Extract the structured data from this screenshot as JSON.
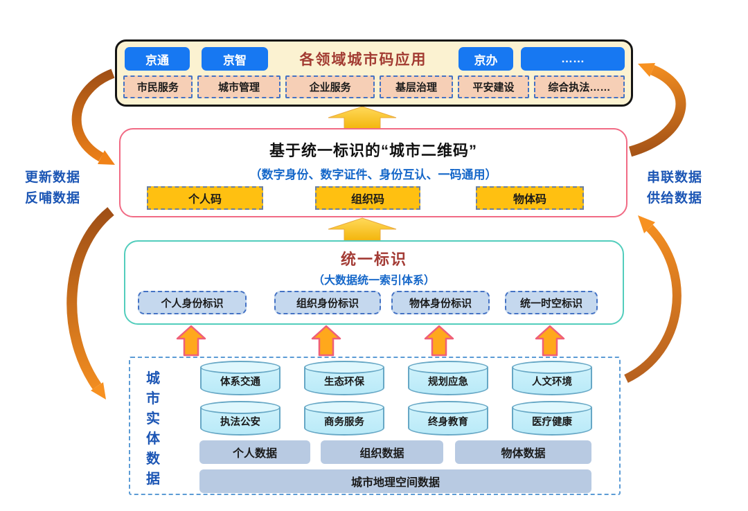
{
  "diagram": {
    "side_left": {
      "line1": "更新数据",
      "line2": "反哺数据"
    },
    "side_right": {
      "line1": "串联数据",
      "line2": "供给数据"
    },
    "app_layer": {
      "title": "各领域城市码应用",
      "app1": "京通",
      "app2": "京智",
      "app3": "京办",
      "app4": "……",
      "services": [
        "市民服务",
        "城市管理",
        "企业服务",
        "基层治理",
        "平安建设",
        "综合执法……"
      ]
    },
    "qr_layer": {
      "title": "基于统一标识的“城市二维码”",
      "subtitle": "（数字身份、数字证件、身份互认、一码通用）",
      "codes": [
        "个人码",
        "组织码",
        "物体码"
      ]
    },
    "id_layer": {
      "title": "统一标识",
      "subtitle": "（大数据统一索引体系）",
      "ids": [
        "个人身份标识",
        "组织身份标识",
        "物体身份标识",
        "统一时空标识"
      ]
    },
    "entity_layer": {
      "label": "城市实体数据",
      "label_chars": [
        "城",
        "市",
        "实",
        "体",
        "数",
        "据"
      ],
      "cylinders_row1": [
        "体系交通",
        "生态环保",
        "规划应急",
        "人文环境"
      ],
      "cylinders_row2": [
        "执法公安",
        "商务服务",
        "终身教育",
        "医疗健康"
      ],
      "bars": [
        "个人数据",
        "组织数据",
        "物体数据"
      ],
      "geo_bar": "城市地理空间数据"
    },
    "colors": {
      "app_container_bg": "#FBF2D1",
      "app_button_blue": "#1778F2",
      "app_title_red": "#A23B32",
      "service_box_bg": "#F6CFB6",
      "dashed_blue": "#4472C4",
      "qr_border_pink": "#F16A84",
      "subtitle_blue": "#1567C9",
      "code_gold": "#FFC011",
      "id_border_teal": "#52CDBC",
      "id_title_red": "#A33B35",
      "id_box_bg": "#C5D8EE",
      "entity_border_blue": "#5B9BD5",
      "entity_label_blue": "#1B55B4",
      "cylinder_bg": "#C9F0FB",
      "cylinder_border": "#66A7C5",
      "bar_bg": "#B8CAE2",
      "block_arrow_gold": "#F6B80E",
      "small_arrow_orange": "#FFA81C",
      "small_arrow_border": "#EF5F78",
      "curve_arrow_dark": "#9E4E16",
      "curve_arrow_bright": "#F08218"
    }
  }
}
